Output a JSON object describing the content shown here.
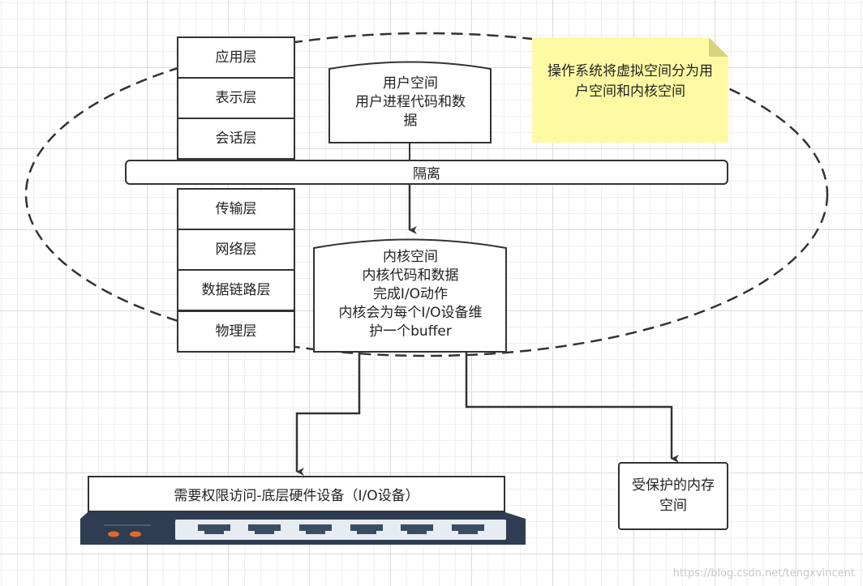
{
  "layers": [
    "应用层",
    "表示层",
    "会话层",
    "传输层",
    "网络层",
    "数据链路层",
    "物理层"
  ],
  "user_space": {
    "lines": [
      "用户空间",
      "用户进程代码和数",
      "据"
    ]
  },
  "isolation_label": "隔离",
  "kernel_space": {
    "lines": [
      "内核空间",
      "内核代码和数据",
      "完成I/O动作",
      "内核会为每个I/O设备维",
      "护一个buffer"
    ]
  },
  "note": "操作系统将虚拟空间分为用户空间和内核空间",
  "hardware_label": "需要权限访问-底层硬件设备（I/O设备）",
  "protected_memory": "受保护的内存空间",
  "watermark": "https://blog.csdn.net/tengxvincent",
  "colors": {
    "note_fill": "#fdfaa3",
    "device_body": "#2e3d51",
    "device_panel": "#e6ecf2",
    "device_led": "#e06a2c",
    "stroke": "#333333"
  },
  "icons": {
    "device": "network-switch-icon"
  }
}
